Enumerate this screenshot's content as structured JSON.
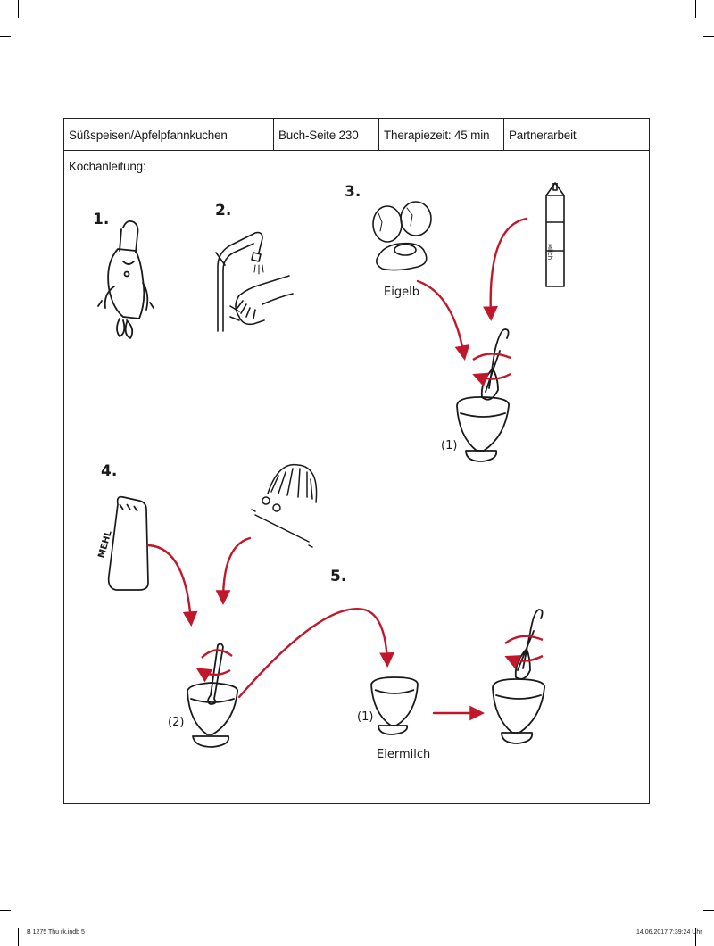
{
  "header": {
    "title": "Süßspeisen/Apfelpfannkuchen",
    "page_ref": "Buch-Seite 230",
    "therapy_time": "Therapiezeit: 45 min",
    "mode": "Partnerarbeit"
  },
  "instructions_label": "Kochanleitung:",
  "steps": [
    "1.",
    "2.",
    "3.",
    "4.",
    "5."
  ],
  "labels": {
    "egg_yolk": "Eigelb",
    "milk_carton": "Milch",
    "flour_bag": "MEHL",
    "egg_milk": "Eiermilch",
    "mark_one_a": "(1)",
    "mark_two": "(2)",
    "mark_one_b": "(1)"
  },
  "footer": {
    "left": "B 1275 Thu rk.indb   5",
    "right": "14.06.2017   7:39:24 Uhr"
  },
  "colors": {
    "arrow": "#c0182a",
    "ink": "#1a1a1a"
  },
  "icons": [
    "apron-icon",
    "faucet-hand-wash-icon",
    "cracked-eggs-icon",
    "milk-carton-icon",
    "whisk-bowl-icon",
    "flour-bag-icon",
    "bundt-cake-icon",
    "bowl-icon",
    "arrow-icon"
  ]
}
